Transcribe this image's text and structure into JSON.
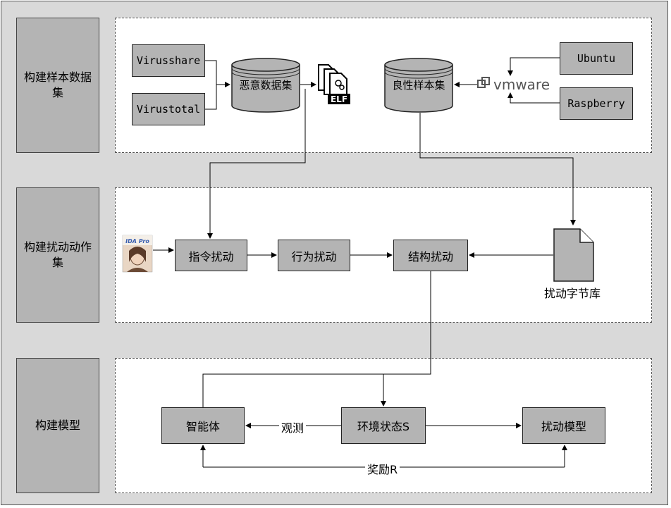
{
  "stages": [
    {
      "label": "构建样本数据集"
    },
    {
      "label": "构建扰动动作集"
    },
    {
      "label": "构建模型"
    }
  ],
  "sources": {
    "virusshare": "Virusshare",
    "virustotal": "Virustotal",
    "ubuntu": "Ubuntu",
    "raspberry": "Raspberry"
  },
  "datasets": {
    "malicious": "恶意数据集",
    "benign": "良性样本集"
  },
  "icons": {
    "elf": "ELF",
    "vmware": "vmware",
    "ida": "IDA Pro"
  },
  "perturbations": {
    "instruction": "指令扰动",
    "behavior": "行为扰动",
    "structure": "结构扰动",
    "byte_library": "扰动字节库"
  },
  "model": {
    "agent": "智能体",
    "environment": "环境状态S",
    "perturb_model": "扰动模型",
    "observe": "观测",
    "reward": "奖励R"
  }
}
